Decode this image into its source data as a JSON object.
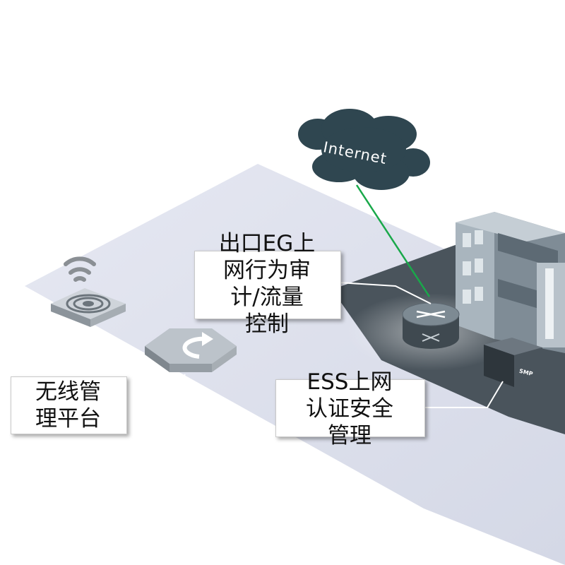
{
  "diagram": {
    "cloud": {
      "label": "Internet",
      "color": "#2f4650"
    },
    "callouts": {
      "egress": "出口EG上\n网行为审\n计/流量\n控制",
      "wireless": "无线管\n理平台",
      "ess": "ESS上网\n认证安全\n管理"
    },
    "device_label": "SMP",
    "link_color": "#19a84a"
  }
}
